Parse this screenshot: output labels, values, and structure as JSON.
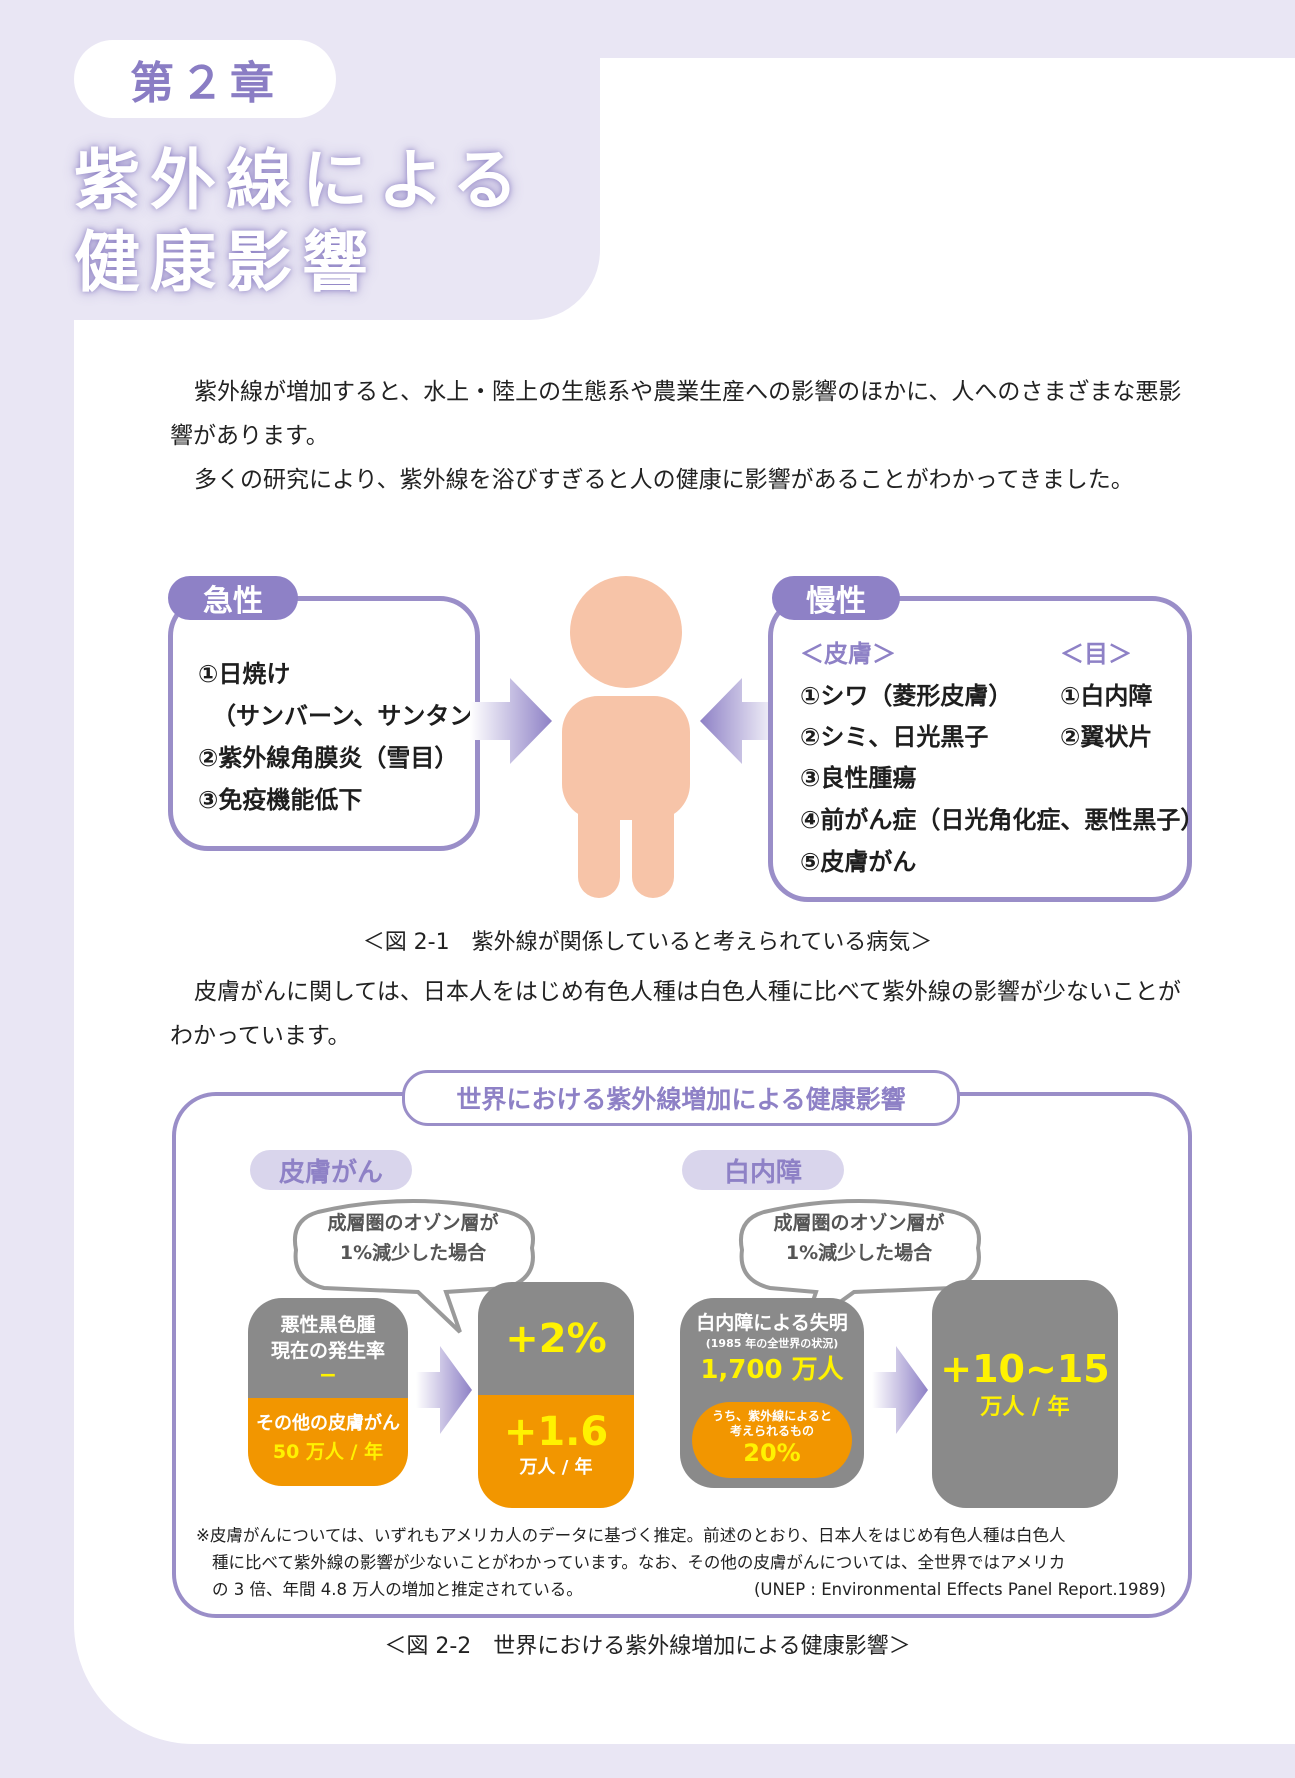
{
  "header": {
    "chapter": "第２章",
    "title_line1": "紫外線による",
    "title_line2": "健康影響"
  },
  "intro": {
    "p1": "紫外線が増加すると、水上・陸上の生態系や農業生産への影響のほかに、人へのさまざまな悪影響があります。",
    "p2": "多くの研究により、紫外線を浴びすぎると人の健康に影響があることがわかってきました。"
  },
  "figure1": {
    "acute": {
      "tag": "急性",
      "items": [
        "①日焼け",
        "（サンバーン、サンタン）",
        "②紫外線角膜炎（雪目）",
        "③免疫機能低下"
      ]
    },
    "chronic": {
      "tag": "慢性",
      "skin_heading": "＜皮膚＞",
      "eye_heading": "＜目＞",
      "skin_items": [
        "①シワ（菱形皮膚）",
        "②シミ、日光黒子",
        "③良性腫瘍",
        "④前がん症（日光角化症、悪性黒子）",
        "⑤皮膚がん"
      ],
      "eye_items": [
        "①白内障",
        "②翼状片"
      ]
    },
    "caption": "＜図 2-1　紫外線が関係していると考えられている病気＞",
    "colors": {
      "accent": "#8e81c6",
      "border": "#9a8ec8",
      "person": "#f7c4a8"
    }
  },
  "middle": {
    "p1": "皮膚がんに関しては、日本人をはじめ有色人種は白色人種に比べて紫外線の影響が少ないことがわかっています。"
  },
  "figure2": {
    "title": "世界における紫外線増加による健康影響",
    "skin": {
      "tag": "皮膚がん",
      "bubble_line1": "成層圏のオゾン層が",
      "bubble_line2": "1%減少した場合",
      "left_gray_line1": "悪性黒色腫",
      "left_gray_line2": "現在の発生率",
      "left_gray_value": "−",
      "left_orange_line1": "その他の皮膚がん",
      "left_orange_line2": "50 万人 / 年",
      "right_gray_value": "+2%",
      "right_orange_value": "+1.6",
      "right_orange_unit": "万人 / 年"
    },
    "cataract": {
      "tag": "白内障",
      "bubble_line1": "成層圏のオゾン層が",
      "bubble_line2": "1%減少した場合",
      "left_line1": "白内障による失明",
      "left_line2": "(1985 年の全世界の状況)",
      "left_value": "1,700 万人",
      "left_orange_line1": "うち、紫外線によると",
      "left_orange_line2": "考えられるもの",
      "left_orange_value": "20%",
      "right_value": "+10~15",
      "right_unit": "万人 / 年"
    },
    "note_line1": "※皮膚がんについては、いずれもアメリカ人のデータに基づく推定。前述のとおり、日本人をはじめ有色人種は白色人",
    "note_line2": "種に比べて紫外線の影響が少ないことがわかっています。なお、その他の皮膚がんについては、全世界ではアメリカ",
    "note_line3": "の 3 倍、年間 4.8 万人の増加と推定されている。",
    "note_ref": "(UNEP : Environmental Effects Panel Report.1989)",
    "caption": "＜図 2-2　世界における紫外線増加による健康影響＞",
    "colors": {
      "gray": "#8a8a8a",
      "orange": "#f29600",
      "highlight": "#fff200"
    }
  }
}
